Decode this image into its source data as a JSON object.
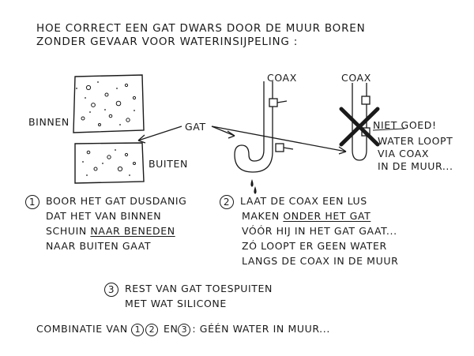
{
  "title": {
    "line1": "HOE CORRECT EEN GAT DWARS DOOR DE MUUR BOREN",
    "line2": "ZONDER GEVAAR VOOR WATERINSIJPELING :"
  },
  "wall": {
    "inside_label": "BINNEN",
    "outside_label": "BUITEN",
    "hole_label": "GAT"
  },
  "coax": {
    "left_label": "COAX",
    "right_label": "COAX"
  },
  "wrong": {
    "label": "NIET GOED!",
    "line1": "WATER LOOPT",
    "line2": "VIA COAX",
    "line3": "IN DE MUUR..."
  },
  "step1": {
    "number": "1",
    "line1": "BOOR HET GAT DUSDANIG",
    "line2": "DAT HET VAN BINNEN",
    "line3a": "SCHUIN ",
    "line3b": "NAAR BENEDEN",
    "line4": "NAAR BUITEN GAAT"
  },
  "step2": {
    "number": "2",
    "line1": "LAAT DE COAX EEN LUS",
    "line2a": "MAKEN ",
    "line2b": "ONDER HET GAT",
    "line3": "VÓÓR HIJ IN HET GAT GAAT...",
    "line4": "ZÓ LOOPT ER GEEN WATER",
    "line5": "LANGS DE COAX IN DE MUUR"
  },
  "step3": {
    "number": "3",
    "line1": "REST VAN GAT TOESPUITEN",
    "line2": "MET WAT SILICONE"
  },
  "combination": {
    "prefix": "COMBINATIE VAN",
    "n1": "1",
    "n2": "2",
    "mid": "EN",
    "n3": "3",
    "suffix": ": GÉÉN WATER IN MUUR..."
  }
}
